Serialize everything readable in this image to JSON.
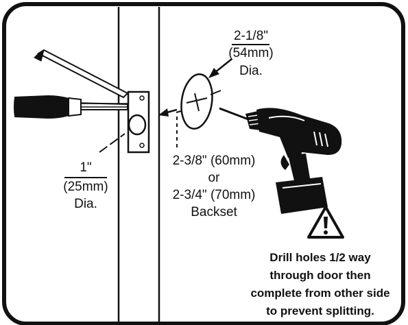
{
  "labels": {
    "large_hole": {
      "size": "2-1/8\"",
      "metric": "(54mm)",
      "suffix": "Dia."
    },
    "small_hole": {
      "size": "1\"",
      "metric": "(25mm)",
      "suffix": "Dia."
    },
    "backset": {
      "option_a": "2-3/8\" (60mm)",
      "connector": "or",
      "option_b": "2-3/4\" (70mm)",
      "word": "Backset"
    }
  },
  "warning": {
    "icon": "warning-triangle-icon",
    "lines": [
      "Drill holes 1/2 way",
      "through door then",
      "complete from other side",
      "to prevent splitting."
    ]
  },
  "colors": {
    "ink": "#111111",
    "background": "#ffffff"
  }
}
